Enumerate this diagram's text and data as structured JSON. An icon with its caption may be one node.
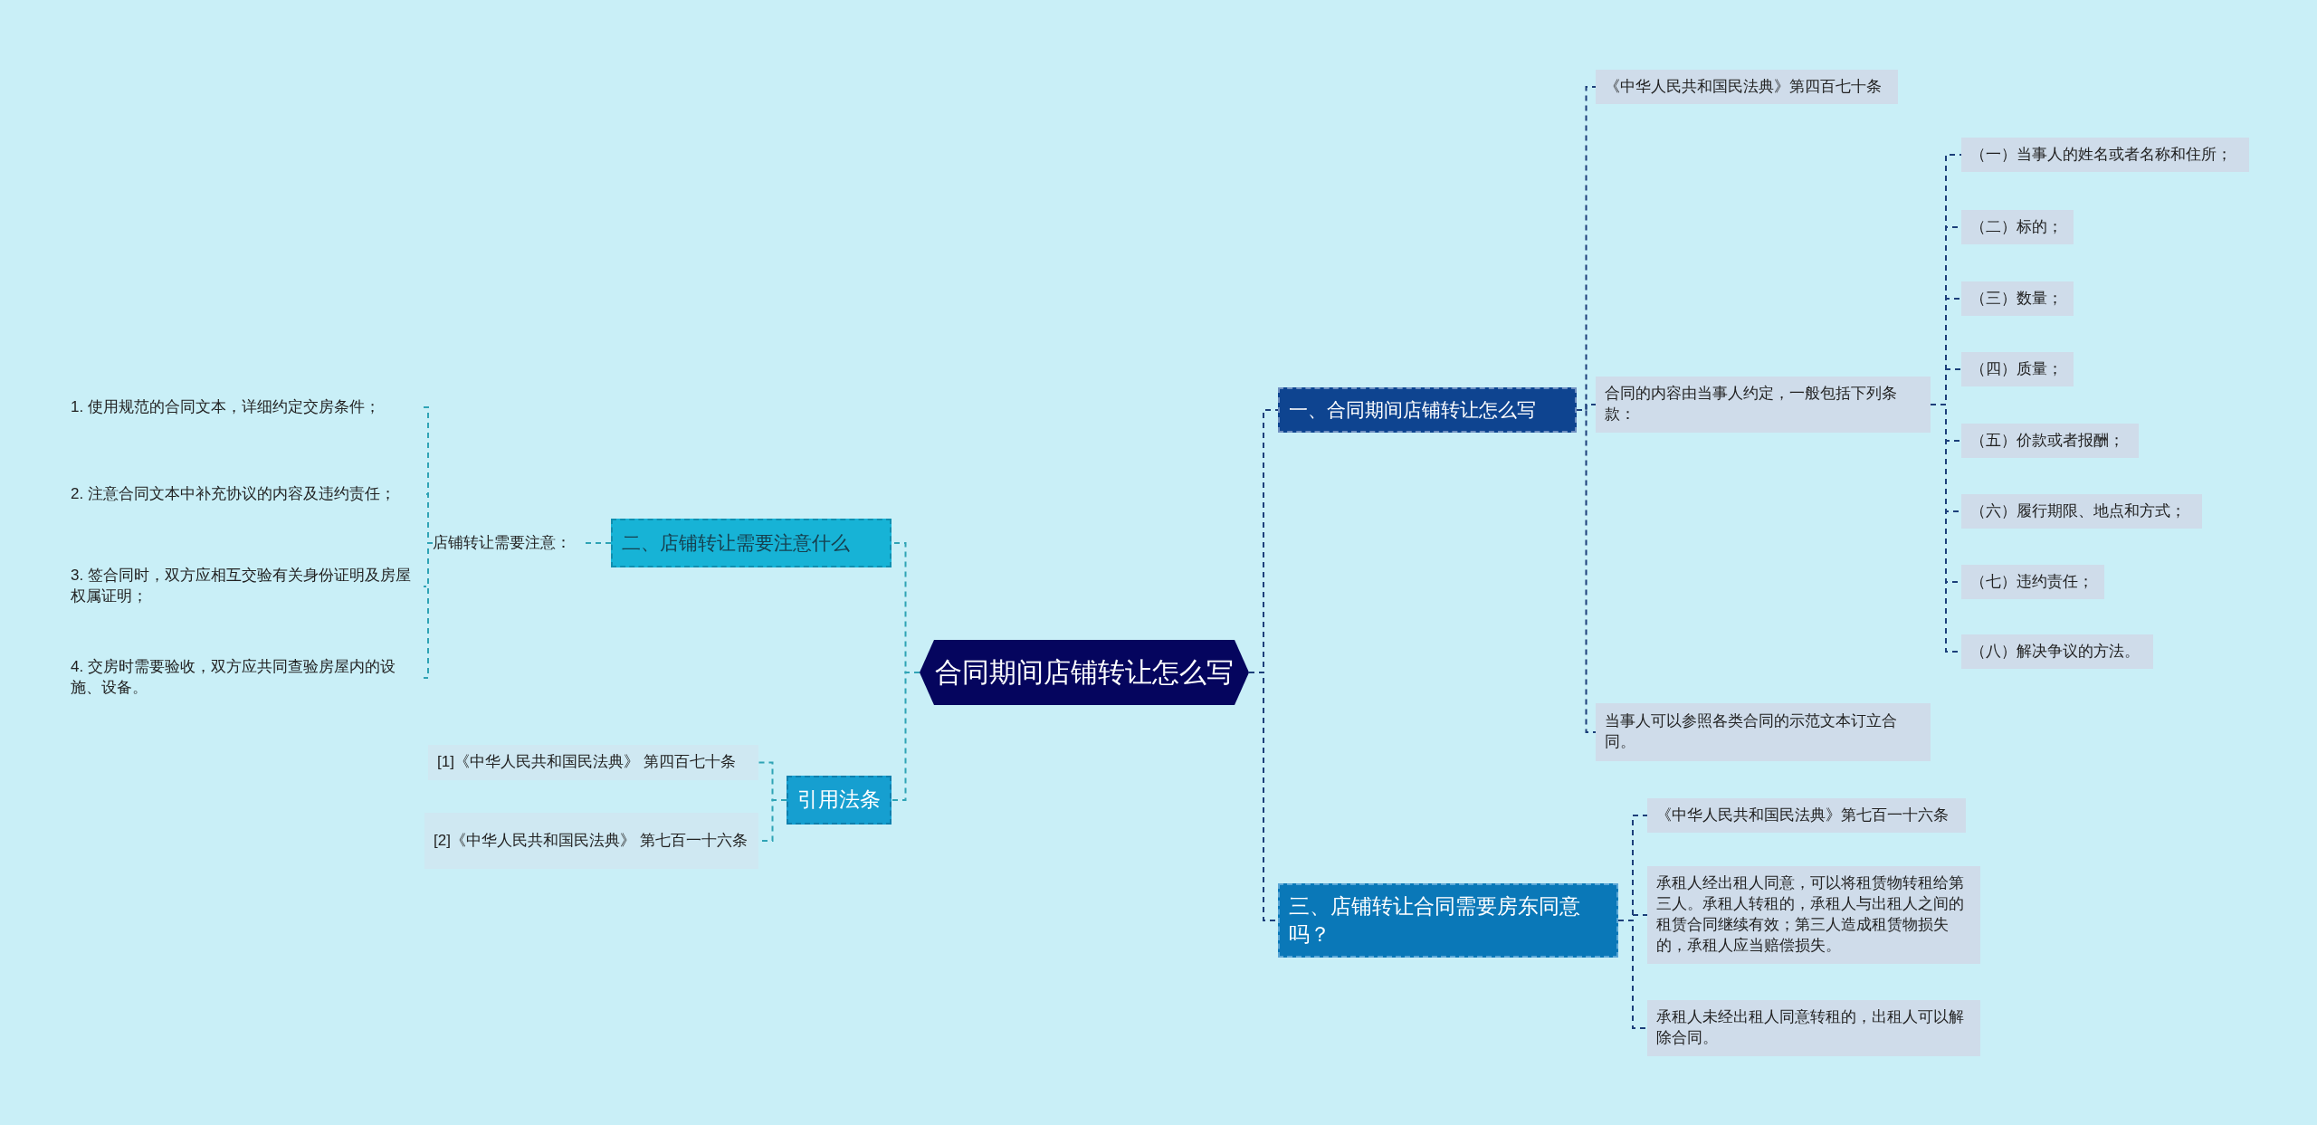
{
  "diagram": {
    "nodes": [
      {
        "text": [
          "合同期间店铺转让怎么写"
        ]
      },
      {
        "text": [
          "一、合同期间店铺转让怎么写"
        ]
      },
      {
        "text": [
          "《中华人民共和国民法典》第四百七十条"
        ]
      },
      {
        "text": [
          "合同的内容由当事人约定，一般包括下列条款："
        ]
      },
      {
        "text": [
          "（一）当事人的姓名或者名称和住所；"
        ]
      },
      {
        "text": [
          "（二）标的；"
        ]
      },
      {
        "text": [
          "（三）数量；"
        ]
      },
      {
        "text": [
          "（四）质量；"
        ]
      },
      {
        "text": [
          "（五）价款或者报酬；"
        ]
      },
      {
        "text": [
          "（六）履行期限、地点和方式；"
        ]
      },
      {
        "text": [
          "（七）违约责任；"
        ]
      },
      {
        "text": [
          "（八）解决争议的方法。"
        ]
      },
      {
        "text": [
          "当事人可以参照各类合同的示范文本订立合同。"
        ]
      },
      {
        "text": [
          "三、店铺转让合同需要房东同意吗？"
        ]
      },
      {
        "text": [
          "《中华人民共和国民法典》第七百一十六条"
        ]
      },
      {
        "text": [
          "承租人经出租人同意，可以将租赁物转租给第三人。承租人转租的，承租人与出租人之间的租赁合同继续有效；第三人造成租赁物损失的，承租人应当赔偿损失。"
        ]
      },
      {
        "text": [
          "承租人未经出租人同意转租的，出租人可以解除合同。"
        ]
      },
      {
        "text": [
          "二、店铺转让需要注意什么"
        ]
      },
      {
        "text": [
          "店铺转让需要注意："
        ]
      },
      {
        "text": [
          "1. 使用规范的合同文本，详细约定交房条件；"
        ]
      },
      {
        "text": [
          "2. 注意合同文本中补充协议的内容及违约责任；"
        ]
      },
      {
        "text": [
          "3. 签合同时，双方应相互交验有关身份证明及房屋权属证明；"
        ]
      },
      {
        "text": [
          "4. 交房时需要验收，双方应共同查验房屋内的设施、设备。"
        ]
      },
      {
        "text": [
          "引用法条"
        ]
      },
      {
        "text": [
          "[1]《中华人民共和国民法典》 第四百七十条"
        ]
      },
      {
        "text": [
          "[2]《中华人民共和国民法典》 第七百一十六条"
        ]
      }
    ],
    "edges": [
      {
        "from": 0,
        "to": 1,
        "arrow": "none",
        "style": "dashed"
      },
      {
        "from": 0,
        "to": 13,
        "arrow": "none",
        "style": "dashed"
      },
      {
        "from": 0,
        "to": 17,
        "arrow": "none",
        "style": "dashed",
        "color": "#2fa3b5"
      },
      {
        "from": 0,
        "to": 23,
        "arrow": "none",
        "style": "dashed",
        "color": "#2fa3b5"
      },
      {
        "from": 1,
        "to": 2,
        "arrow": "none",
        "style": "dashed"
      },
      {
        "from": 1,
        "to": 3,
        "arrow": "none",
        "style": "dashed"
      },
      {
        "from": 1,
        "to": 12,
        "arrow": "none",
        "style": "dashed"
      },
      {
        "from": 3,
        "to": 4,
        "arrow": "none",
        "style": "dashed"
      },
      {
        "from": 3,
        "to": 5,
        "arrow": "none",
        "style": "dashed"
      },
      {
        "from": 3,
        "to": 6,
        "arrow": "none",
        "style": "dashed"
      },
      {
        "from": 3,
        "to": 7,
        "arrow": "none",
        "style": "dashed"
      },
      {
        "from": 3,
        "to": 8,
        "arrow": "none",
        "style": "dashed"
      },
      {
        "from": 3,
        "to": 9,
        "arrow": "none",
        "style": "dashed"
      },
      {
        "from": 3,
        "to": 10,
        "arrow": "none",
        "style": "dashed"
      },
      {
        "from": 3,
        "to": 11,
        "arrow": "none",
        "style": "dashed"
      },
      {
        "from": 13,
        "to": 14,
        "arrow": "none",
        "style": "dashed"
      },
      {
        "from": 13,
        "to": 15,
        "arrow": "none",
        "style": "dashed"
      },
      {
        "from": 13,
        "to": 16,
        "arrow": "none",
        "style": "dashed"
      },
      {
        "from": 17,
        "to": 18,
        "arrow": "none",
        "style": "dashed",
        "color": "#2fa3b5"
      },
      {
        "from": 18,
        "to": 19,
        "arrow": "none",
        "style": "dashed",
        "color": "#2fa3b5"
      },
      {
        "from": 18,
        "to": 20,
        "arrow": "none",
        "style": "dashed",
        "color": "#2fa3b5"
      },
      {
        "from": 18,
        "to": 21,
        "arrow": "none",
        "style": "dashed",
        "color": "#2fa3b5"
      },
      {
        "from": 18,
        "to": 22,
        "arrow": "none",
        "style": "dashed",
        "color": "#2fa3b5"
      },
      {
        "from": 23,
        "to": 24,
        "arrow": "none",
        "style": "dashed",
        "color": "#2fa3b5"
      },
      {
        "from": 23,
        "to": 25,
        "arrow": "none",
        "style": "dashed",
        "color": "#2fa3b5"
      }
    ]
  }
}
